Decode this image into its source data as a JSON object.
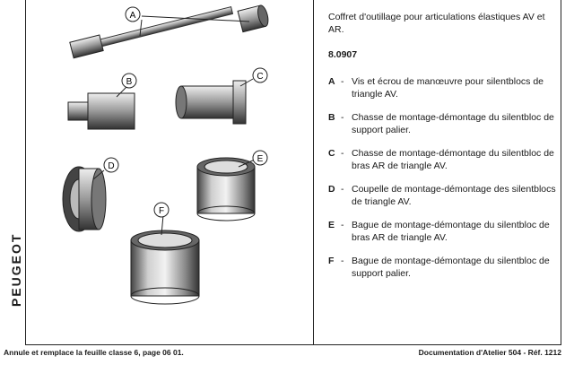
{
  "brand": "PEUGEOT",
  "header": {
    "title": "Coffret d'outillage pour articulations élastiques AV et AR.",
    "reference": "8.0907"
  },
  "items": [
    {
      "key": "A",
      "text": "Vis et écrou de manœuvre pour silentblocs de triangle AV."
    },
    {
      "key": "B",
      "text": "Chasse de montage-démontage du silentbloc de support palier."
    },
    {
      "key": "C",
      "text": "Chasse de montage-démontage du silentbloc de bras AR de triangle AV."
    },
    {
      "key": "D",
      "text": "Coupelle de montage-démontage des silentblocs de triangle AV."
    },
    {
      "key": "E",
      "text": "Bague de montage-démontage du silentbloc de bras AR de triangle AV."
    },
    {
      "key": "F",
      "text": "Bague de montage-démontage du silentbloc de support palier."
    }
  ],
  "footer": {
    "left": "Annule et remplace la feuille classe 6, page 06 01.",
    "right": "Documentation d'Atelier 504 - Réf. 1212"
  }
}
